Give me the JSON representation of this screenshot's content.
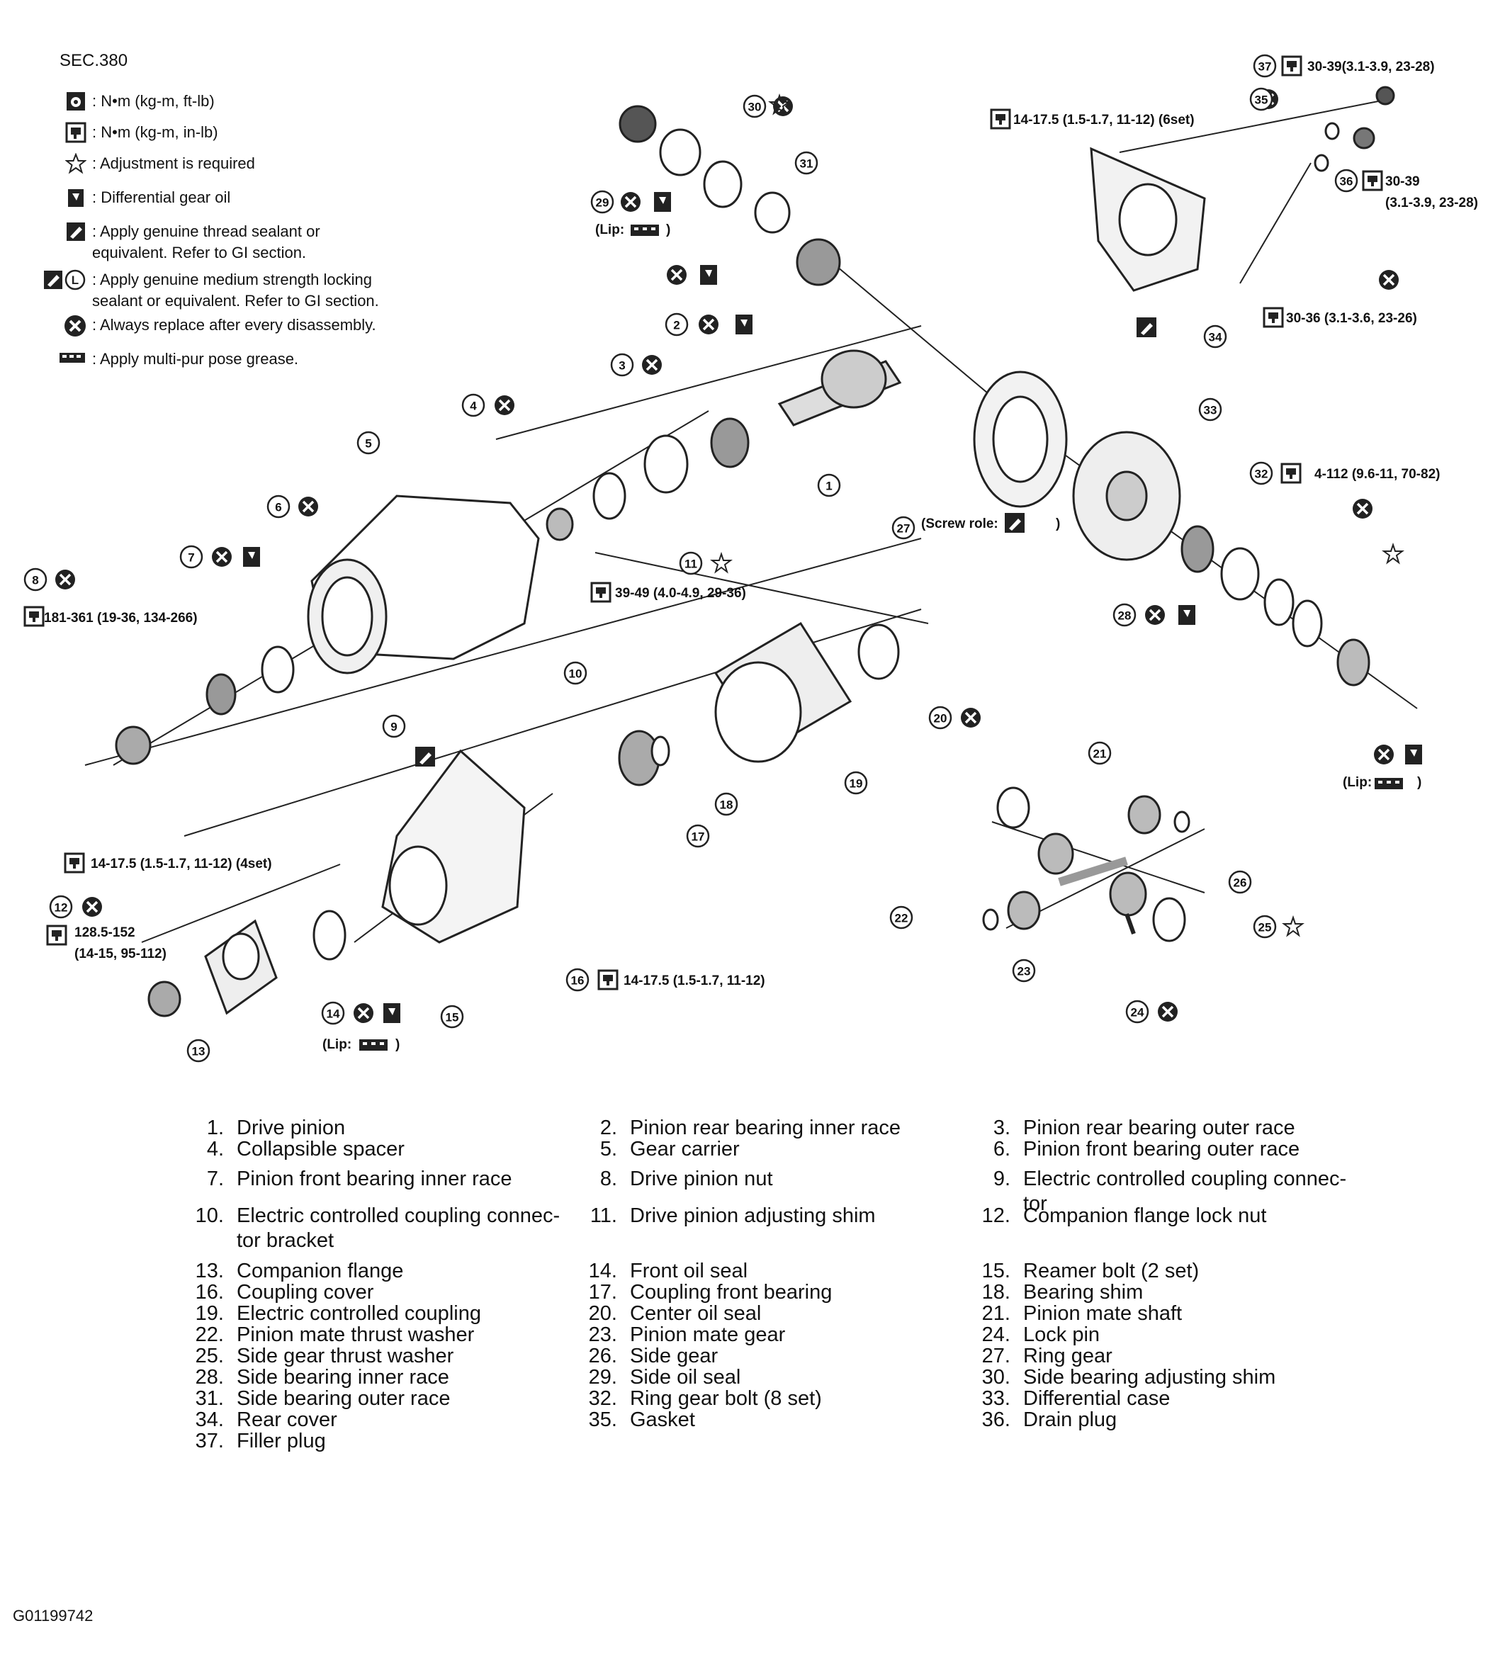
{
  "section": "SEC.380",
  "legend": [
    {
      "icon": "torque-wrench-nm-ftlb-icon",
      "text": ": N•m  (kg-m,  ft-lb)"
    },
    {
      "icon": "torque-wrench-nm-inlb-icon",
      "text": ": N•m  (kg-m,  in-lb)"
    },
    {
      "icon": "star-icon",
      "text": ": Adjustment is required"
    },
    {
      "icon": "oil-can-icon",
      "text": ": Differential gear oil"
    },
    {
      "icon": "sealant-icon",
      "text": ": Apply genuine thread sealant or\n  equivalent. Refer to GI section."
    },
    {
      "icon": "locking-sealant-icon",
      "text": ": Apply genuine medium strength locking\n  sealant or equivalent. Refer to GI section."
    },
    {
      "icon": "replace-x-icon",
      "text": ": Always replace after every disassembly."
    },
    {
      "icon": "grease-icon",
      "text": ": Apply multi-pur pose grease."
    }
  ],
  "callouts": {
    "c37": "30-39(3.1-3.9, 23-28)",
    "c6set": "14-17.5 (1.5-1.7, 11-12) (6set)",
    "c36a": "30-39",
    "c36b": "(3.1-3.9, 23-28)",
    "c34": "30-36 (3.1-3.6, 23-26)",
    "c32": "4-112 (9.6-11, 70-82)",
    "c27": "(Screw role:",
    "c27end": ")",
    "c8": "181-361 (19-36, 134-266)",
    "c39": "39-49 (4.0-4.9, 29-36)",
    "c4set": "14-17.5 (1.5-1.7, 11-12) (4set)",
    "c12a": "128.5-152",
    "c12b": "(14-15, 95-112)",
    "c16": "14-17.5 (1.5-1.7, 11-12)",
    "lip": "(Lip:",
    "lipend": ")"
  },
  "parts": [
    {
      "num": "1.",
      "label": "Drive pinion"
    },
    {
      "num": "2.",
      "label": "Pinion rear bearing inner race"
    },
    {
      "num": "3.",
      "label": "Pinion rear bearing outer race"
    },
    {
      "num": "4.",
      "label": "Collapsible spacer"
    },
    {
      "num": "5.",
      "label": "Gear carrier"
    },
    {
      "num": "6.",
      "label": "Pinion front bearing outer race"
    },
    {
      "num": "7.",
      "label": "Pinion front bearing inner race"
    },
    {
      "num": "8.",
      "label": "Drive pinion nut"
    },
    {
      "num": "9.",
      "label": "Electric controlled coupling connec-\ntor"
    },
    {
      "num": "10.",
      "label": "Electric controlled coupling connec-\ntor bracket"
    },
    {
      "num": "11.",
      "label": "Drive pinion adjusting shim"
    },
    {
      "num": "12.",
      "label": "Companion flange lock nut"
    },
    {
      "num": "13.",
      "label": "Companion flange"
    },
    {
      "num": "14.",
      "label": "Front oil seal"
    },
    {
      "num": "15.",
      "label": "Reamer bolt (2 set)"
    },
    {
      "num": "16.",
      "label": "Coupling cover"
    },
    {
      "num": "17.",
      "label": "Coupling front bearing"
    },
    {
      "num": "18.",
      "label": "Bearing shim"
    },
    {
      "num": "19.",
      "label": "Electric controlled coupling"
    },
    {
      "num": "20.",
      "label": "Center oil seal"
    },
    {
      "num": "21.",
      "label": "Pinion mate shaft"
    },
    {
      "num": "22.",
      "label": "Pinion mate thrust washer"
    },
    {
      "num": "23.",
      "label": "Pinion mate gear"
    },
    {
      "num": "24.",
      "label": "Lock pin"
    },
    {
      "num": "25.",
      "label": "Side gear thrust washer"
    },
    {
      "num": "26.",
      "label": "Side gear"
    },
    {
      "num": "27.",
      "label": "Ring gear"
    },
    {
      "num": "28.",
      "label": "Side bearing inner race"
    },
    {
      "num": "29.",
      "label": "Side oil seal"
    },
    {
      "num": "30.",
      "label": "Side bearing adjusting shim"
    },
    {
      "num": "31.",
      "label": "Side bearing outer race"
    },
    {
      "num": "32.",
      "label": "Ring gear bolt (8 set)"
    },
    {
      "num": "33.",
      "label": "Differential case"
    },
    {
      "num": "34.",
      "label": "Rear cover"
    },
    {
      "num": "35.",
      "label": "Gasket"
    },
    {
      "num": "36.",
      "label": "Drain plug"
    },
    {
      "num": "37.",
      "label": "Filler plug"
    }
  ],
  "diagram_numbers": [
    "1",
    "2",
    "3",
    "4",
    "5",
    "6",
    "7",
    "8",
    "9",
    "10",
    "11",
    "12",
    "13",
    "14",
    "15",
    "16",
    "17",
    "18",
    "19",
    "20",
    "21",
    "22",
    "23",
    "24",
    "25",
    "26",
    "27",
    "28",
    "29",
    "30",
    "31",
    "32",
    "33",
    "34",
    "35",
    "36",
    "37"
  ],
  "image_id": "G01199742"
}
